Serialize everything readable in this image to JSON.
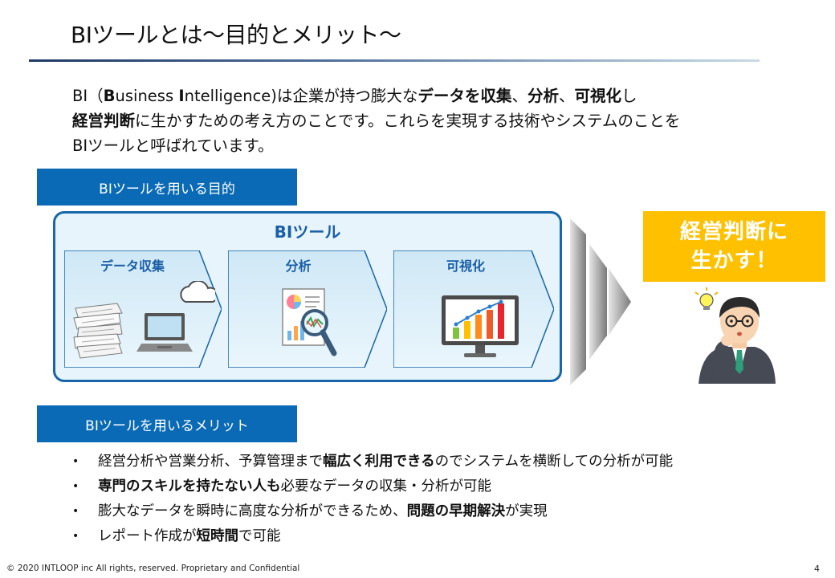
{
  "slide": {
    "title": "BIツールとは～目的とメリット～",
    "page_number": "4",
    "footer": "© 2020 INTLOOP inc All rights, reserved.   Proprietary and Confidential"
  },
  "intro": {
    "line1": [
      {
        "t": "BI（",
        "b": false
      },
      {
        "t": "B",
        "b": true
      },
      {
        "t": "usiness ",
        "b": false
      },
      {
        "t": "I",
        "b": true
      },
      {
        "t": "ntelligence)は企業が持つ膨大な",
        "b": false
      },
      {
        "t": "データを収集",
        "b": true
      },
      {
        "t": "、",
        "b": false
      },
      {
        "t": "分析",
        "b": true
      },
      {
        "t": "、",
        "b": false
      },
      {
        "t": "可視化",
        "b": true
      },
      {
        "t": "し",
        "b": false
      }
    ],
    "line2": [
      {
        "t": "経営判断",
        "b": true
      },
      {
        "t": "に生かすための考え方のことです。これらを実現する技術やシステムのことを",
        "b": false
      }
    ],
    "line3": [
      {
        "t": "BIツールと呼ばれています。",
        "b": false
      }
    ]
  },
  "purpose": {
    "header": "BIツールを用いる目的",
    "panel_title": "BIツール",
    "stages": [
      {
        "label": "データ収集"
      },
      {
        "label": "分析"
      },
      {
        "label": "可視化"
      }
    ],
    "result": {
      "line1": "経営判断に",
      "line2": "生かす！"
    }
  },
  "merits": {
    "header": "BIツールを用いるメリット",
    "bullet_glyph": "•",
    "items": [
      [
        {
          "t": "経営分析や営業分析、予算管理まで",
          "b": false
        },
        {
          "t": "幅広く利用できる",
          "b": true
        },
        {
          "t": "のでシステムを横断しての分析が可能",
          "b": false
        }
      ],
      [
        {
          "t": "専門のスキルを持たない人も",
          "b": true
        },
        {
          "t": "必要なデータの収集・分析が可能",
          "b": false
        }
      ],
      [
        {
          "t": "膨大なデータを瞬時に高度な分析ができるため、",
          "b": false
        },
        {
          "t": "問題の早期解決",
          "b": true
        },
        {
          "t": "が実現",
          "b": false
        }
      ],
      [
        {
          "t": "レポート作成が",
          "b": false
        },
        {
          "t": "短時間",
          "b": true
        },
        {
          "t": "で可能",
          "b": false
        }
      ]
    ]
  },
  "colors": {
    "header_blue": "#0a6ab6",
    "panel_border": "#1766a9",
    "panel_fill": "#e7f4fc",
    "stage_fill": "#d9eef9",
    "accent_text": "#1a5ea8",
    "result_fill": "#ffc000",
    "chevron_gray": "#8c8c8c"
  }
}
